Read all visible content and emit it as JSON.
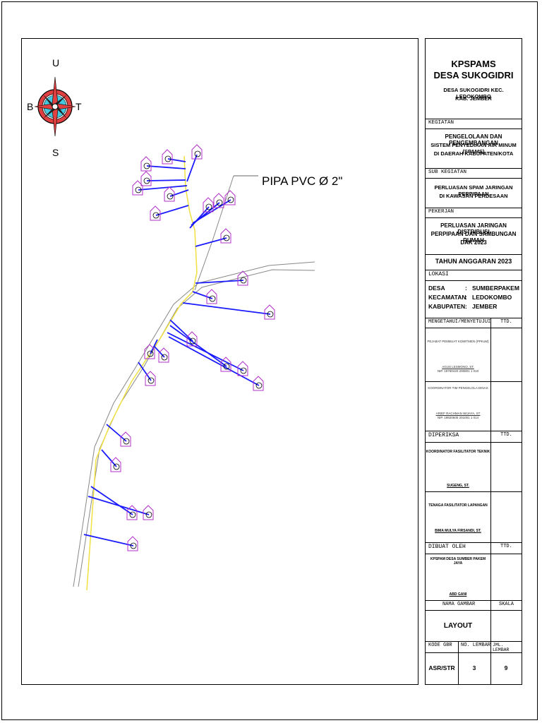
{
  "compass": {
    "north": "U",
    "south": "S",
    "west": "B",
    "east": "T"
  },
  "annotation": {
    "pipe_label": "PIPA PVC Ø 2\""
  },
  "title_block": {
    "org_line1": "KPSPAMS",
    "org_line2": "DESA SUKOGIDRI",
    "org_addr1": "DESA SUKOGIDRI KEC. LEDOKOMBO",
    "org_addr2": "KAB. JEMBER",
    "kegiatan_label": "KEGIATAN",
    "kegiatan_l1": "PENGELOLAAN DAN PENGEMBANGAN",
    "kegiatan_l2": "SISTEM PENYEDIAAN AIR MINUM (SPAMS)",
    "kegiatan_l3": "DI DAERAH KABUPATEN/KOTA",
    "subkeg_label": "SUB KEGIATAN",
    "subkeg_l1": "PERLUASAN SPAM JARINGAN PERPIPAAN",
    "subkeg_l2": "DI KAWASAN PERDESAAN",
    "pekerjaan_label": "PEKERJAN",
    "pekerjaan_l1": "PERLUASAN JARINGAN DISTRIBUSI",
    "pekerjaan_l2": "PERPIPAAN DAN SAMBUNGAN RUMAH",
    "pekerjaan_l3": "DAK 2023",
    "tahun": "TAHUN ANGGARAN 2023",
    "lokasi_label": "LOKASI",
    "desa_key": "DESA",
    "desa_val": "SUMBERPAKEM",
    "kec_key": "KECAMATAN",
    "kec_val": "LEDOKOMBO",
    "kab_key": "KABUPATEN",
    "kab_val": "JEMBER",
    "colon": ":",
    "mengetahui_label": "MENGETAHUI/MENYETUJUI",
    "ttd": "TTD.",
    "sign1_role": "PEJABAT PEMBUAT KOMITMEN (PPKoM)",
    "sign1_name": "AGUS LESMONO, ST.",
    "sign1_nip": "NIP. 19760420 200801 1 010",
    "sign2_role": "KOORDINATOR TIM PENGELOLA DINAS",
    "sign2_name": "ARIEF RACHMAN WIJAYA, ST",
    "sign2_nip": "NIP. 19820605 201001 1 014",
    "diperiksa_label": "DIPERIKSA",
    "sign3_role": "KOORDINATOR FASILITATOR TEKNIK",
    "sign3_name": "SUGENG, ST.",
    "sign4_role": "TENAGA FASILITATOR LAPANGAN",
    "sign4_name": "BIMA MULYA FIRSANDI, ST.",
    "dibuat_label": "DIBUAT OLEH",
    "sign5_role": "KPSPAM DESA SUMBER PAKEM JAYA",
    "sign5_name": "ABD GANI",
    "nama_gambar_label": "NAMA GAMBAR",
    "skala_label": "SKALA",
    "nama_gambar": "LAYOUT",
    "kode_label": "KODE GBR",
    "no_lembar_label": "NO. LEMBAR",
    "jml_lembar_label": "JML. LEMBAR",
    "kode": "ASR/STR",
    "no_lembar": "3",
    "jml_lembar": "9"
  },
  "colors": {
    "main_pipe": "#f0e040",
    "service_pipe": "#1a1aff",
    "house": "#b030c8",
    "road": "#888888"
  },
  "legend_icons": {
    "house": "house-icon",
    "meter": "water-meter-icon"
  }
}
